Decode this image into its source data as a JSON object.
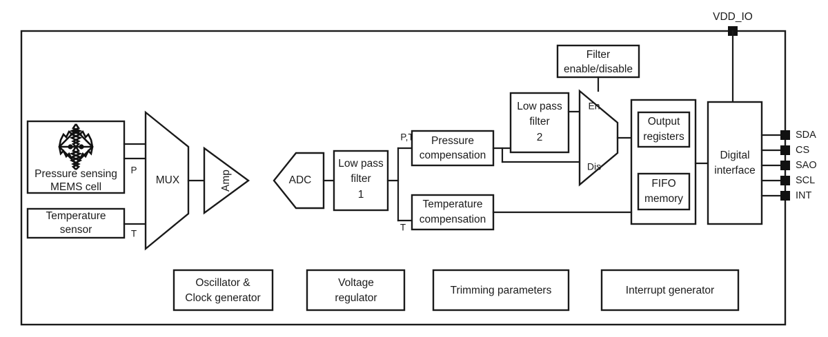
{
  "figure": {
    "type": "block-diagram",
    "subject": "Pressure sensor IC block diagram",
    "chip_boundary": "outer rectangle"
  },
  "blocks": {
    "mems": {
      "line1": "Pressure sensing",
      "line2": "MEMS cell",
      "symbol": "wheatstone-bridge"
    },
    "temp_sensor": {
      "line1": "Temperature",
      "line2": "sensor"
    },
    "mux": {
      "label": "MUX"
    },
    "amp": {
      "label": "Amp"
    },
    "adc": {
      "label": "ADC"
    },
    "lpf1": {
      "line1": "Low pass",
      "line2": "filter",
      "line3": "1"
    },
    "pressure_comp": {
      "line1": "Pressure",
      "line2": "compensation"
    },
    "temp_comp": {
      "line1": "Temperature",
      "line2": "compensation"
    },
    "lpf2": {
      "line1": "Low pass",
      "line2": "filter",
      "line3": "2"
    },
    "filter_ctrl": {
      "line1": "Filter",
      "line2": "enable/disable"
    },
    "filter_mux": {
      "input_top": "En",
      "input_bottom": "Dis"
    },
    "output_registers": {
      "line1": "Output",
      "line2": "registers"
    },
    "fifo": {
      "line1": "FIFO",
      "line2": "memory"
    },
    "digital_interface": {
      "line1": "Digital",
      "line2": "interface"
    },
    "oscillator": {
      "line1": "Oscillator &",
      "line2": "Clock generator"
    },
    "voltage_regulator": {
      "line1": "Voltage",
      "line2": "regulator"
    },
    "trimming": {
      "label": "Trimming parameters"
    },
    "interrupt": {
      "label": "Interrupt generator"
    }
  },
  "signals": {
    "p": "P",
    "t": "T",
    "pt": "P,T",
    "t_low": "T"
  },
  "pins": {
    "power": {
      "label": "VDD_IO"
    },
    "interface": [
      {
        "label": "SDA"
      },
      {
        "label": "CS"
      },
      {
        "label": "SAO"
      },
      {
        "label": "SCL"
      },
      {
        "label": "INT"
      }
    ]
  },
  "colors": {
    "line": "#1a1a1a",
    "text": "#1b1b1b",
    "background": "#ffffff"
  }
}
